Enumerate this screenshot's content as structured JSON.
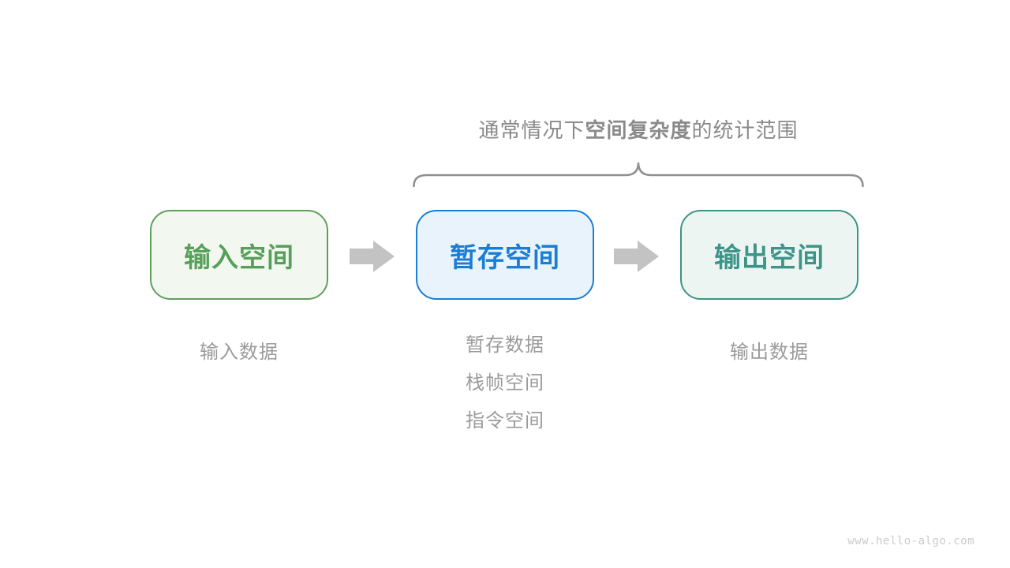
{
  "title": {
    "prefix": "通常情况下",
    "emphasis": "空间复杂度",
    "suffix": "的统计范围"
  },
  "boxes": [
    {
      "label": "输入空间",
      "border_color": "#5f9f5c",
      "fill_color": "#f2f8f0",
      "text_color": "#57a05a"
    },
    {
      "label": "暂存空间",
      "border_color": "#1b7dd3",
      "fill_color": "#e9f3fc",
      "text_color": "#1b7dd3"
    },
    {
      "label": "输出空间",
      "border_color": "#3d9488",
      "fill_color": "#ecf5f2",
      "text_color": "#3d9488"
    }
  ],
  "notes": {
    "input": [
      "输入数据"
    ],
    "temp": [
      "暂存数据",
      "栈帧空间",
      "指令空间"
    ],
    "output": [
      "输出数据"
    ]
  },
  "watermark": "www.hello-algo.com",
  "colors": {
    "title": "#8a8a8a",
    "brace": "#8f8f8f",
    "arrow": "#c3c3c3",
    "note": "#9b9b9b",
    "watermark": "#cbcbcb",
    "background": "#ffffff"
  }
}
